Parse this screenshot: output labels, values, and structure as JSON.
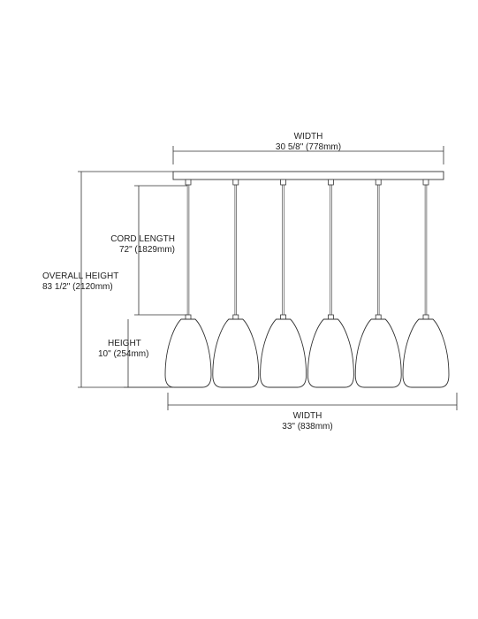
{
  "top_width": {
    "label": "WIDTH",
    "value": "30 5/8\" (778mm)"
  },
  "bottom_width": {
    "label": "WIDTH",
    "value": "33\" (838mm)"
  },
  "cord_length": {
    "label": "CORD LENGTH",
    "value": "72\" (1829mm)"
  },
  "overall_height": {
    "label": "OVERALL HEIGHT",
    "value": "83 1/2\" (2120mm)"
  },
  "height": {
    "label": "HEIGHT",
    "value": "10\" (254mm)"
  },
  "pendant_count": 6,
  "line_color": "#333333",
  "glass_color": "#ffffff"
}
